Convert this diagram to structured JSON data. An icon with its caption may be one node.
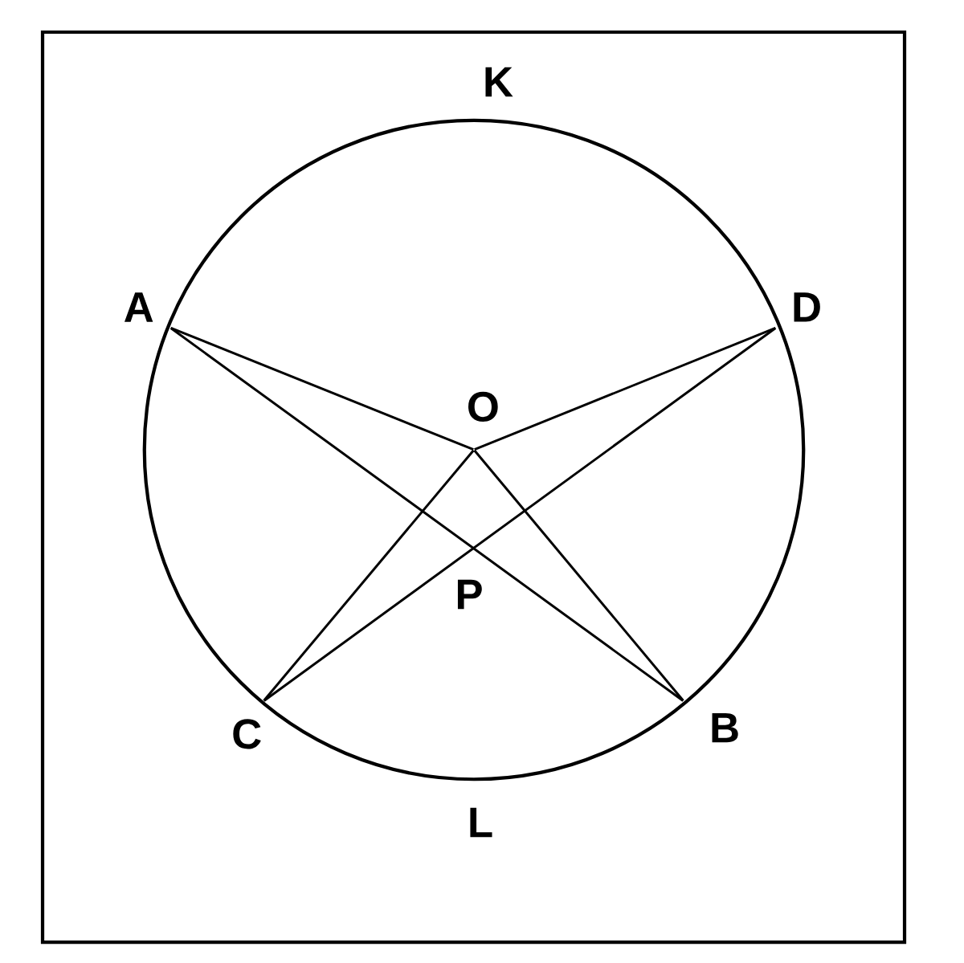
{
  "diagram": {
    "nodes": [
      {
        "text": [
          "A"
        ]
      },
      {
        "text": [
          "D"
        ]
      },
      {
        "text": [
          "O"
        ]
      },
      {
        "text": [
          "C"
        ]
      },
      {
        "text": [
          "B"
        ]
      }
    ],
    "edges": [
      {
        "from": 0,
        "to": 2,
        "arrow": "none"
      },
      {
        "from": 0,
        "to": 4,
        "arrow": "none"
      },
      {
        "from": 1,
        "to": 2,
        "arrow": "none"
      },
      {
        "from": 1,
        "to": 3,
        "arrow": "none"
      },
      {
        "from": 2,
        "to": 3,
        "arrow": "none"
      },
      {
        "from": 2,
        "to": 4,
        "arrow": "none"
      }
    ],
    "labels": [
      "K",
      "P",
      "L"
    ]
  }
}
